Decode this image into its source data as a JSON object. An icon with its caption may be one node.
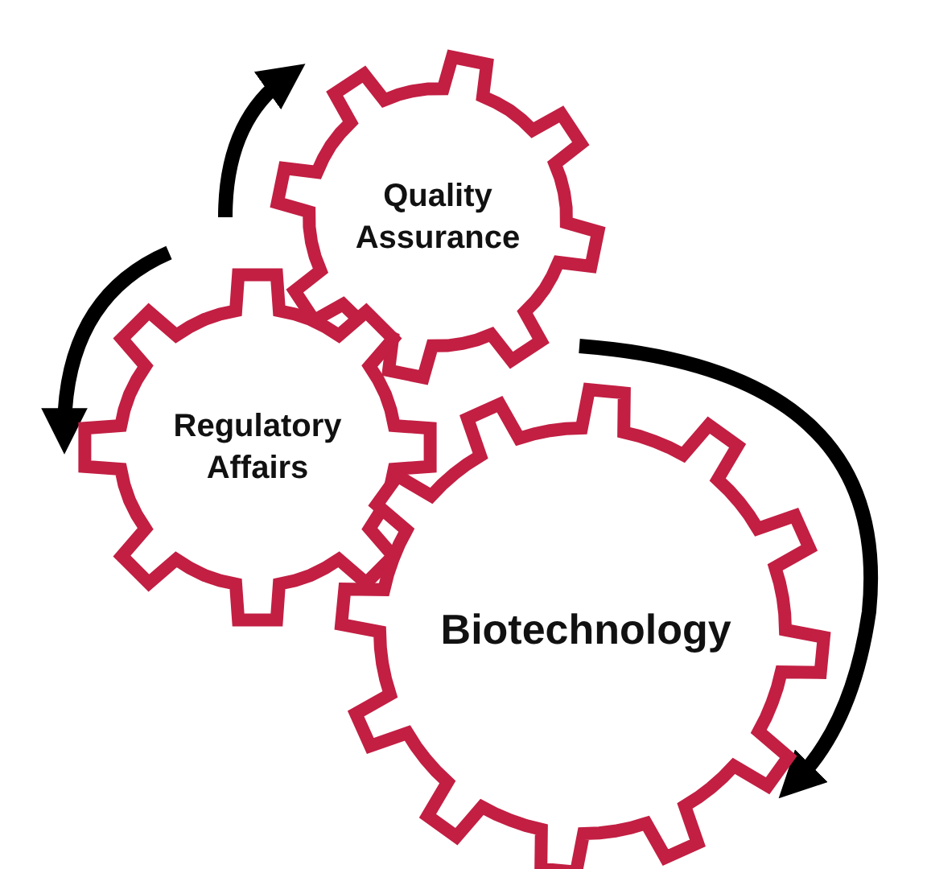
{
  "diagram": {
    "nodes": [
      {
        "text": [
          "Quality Assurance"
        ]
      },
      {
        "text": [
          "Regulatory Affairs"
        ]
      },
      {
        "text": [
          "Biotechnology"
        ]
      }
    ]
  }
}
